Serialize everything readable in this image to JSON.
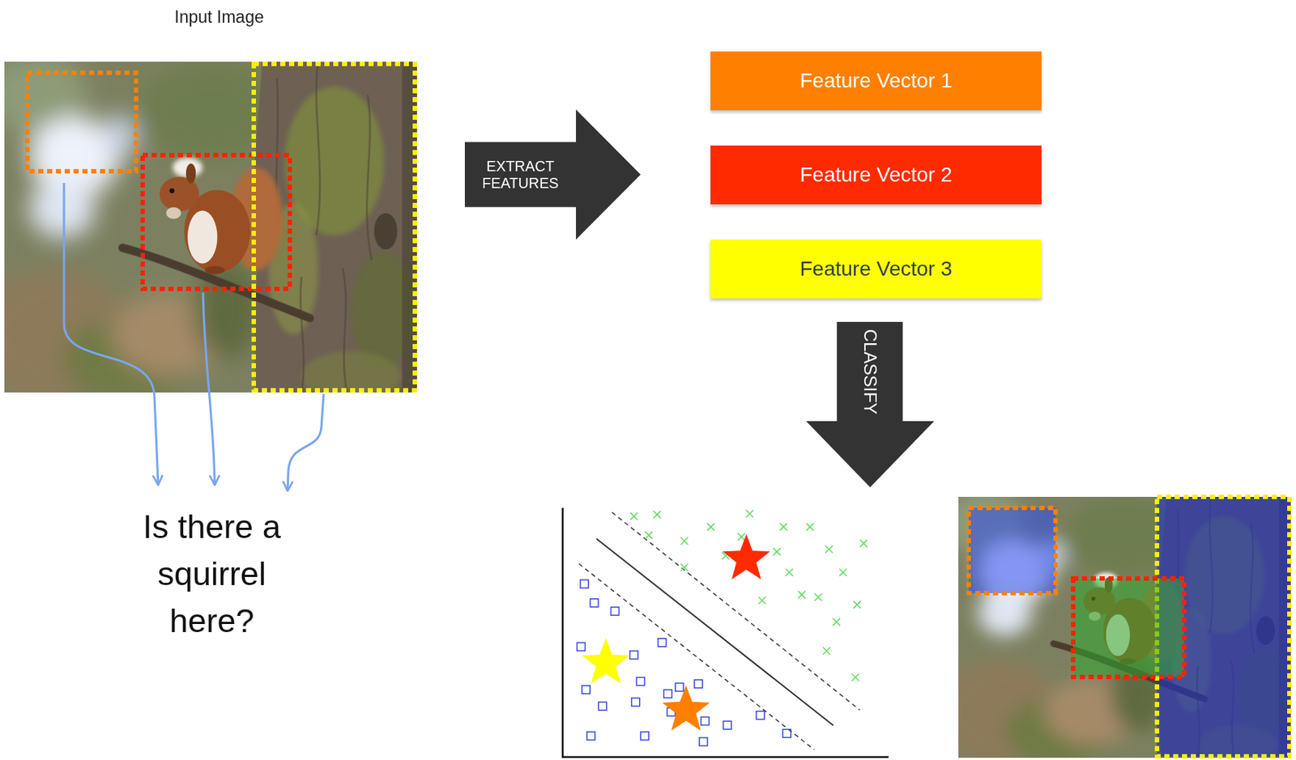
{
  "diagram": {
    "nodes": [
      {
        "text": [
          "EXTRACT FEATURES"
        ]
      },
      {
        "text": [
          "Feature Vector 1"
        ]
      },
      {
        "text": [
          "Feature Vector 2"
        ]
      },
      {
        "text": [
          "Feature Vector 3"
        ]
      },
      {
        "text": [
          "CLASSIFY"
        ]
      }
    ],
    "labels": [
      "Input Image",
      "Is there a squirrel here?"
    ]
  }
}
